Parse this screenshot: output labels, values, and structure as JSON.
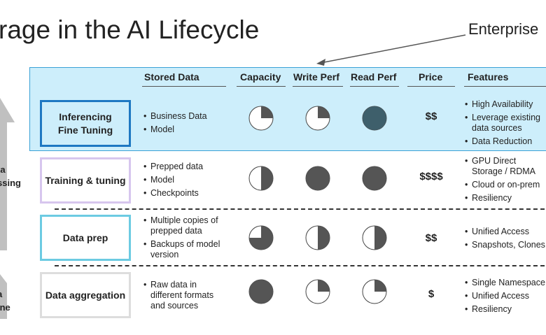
{
  "title": "rage in the AI Lifecycle",
  "callout": "Enterprise",
  "left_labels": {
    "upper": [
      "ta",
      "ssing"
    ],
    "lower": [
      "a",
      "ine"
    ]
  },
  "columns": [
    "Stored Data",
    "Capacity",
    "Write Perf",
    "Read Perf",
    "Price",
    "Features"
  ],
  "rows": [
    {
      "stage_lines": [
        "Inferencing",
        "Fine Tuning"
      ],
      "stored_data": [
        "Business Data",
        "Model"
      ],
      "capacity": 0.25,
      "write_perf": 0.25,
      "read_perf": 1.0,
      "price": "$$",
      "features": [
        "High Availability",
        "Leverage existing data sources",
        "Data Reduction"
      ]
    },
    {
      "stage_lines": [
        "Training & tuning"
      ],
      "stored_data": [
        "Prepped data",
        "Model",
        "Checkpoints"
      ],
      "capacity": 0.5,
      "write_perf": 1.0,
      "read_perf": 1.0,
      "price": "$$$$",
      "features": [
        "GPU Direct Storage / RDMA",
        "Cloud or on-prem",
        "Resiliency"
      ]
    },
    {
      "stage_lines": [
        "Data prep"
      ],
      "stored_data": [
        "Multiple copies of prepped data",
        "Backups of model version"
      ],
      "capacity": 0.75,
      "write_perf": 0.5,
      "read_perf": 0.5,
      "price": "$$",
      "features": [
        "Unified Access",
        "Snapshots, Clones"
      ]
    },
    {
      "stage_lines": [
        "Data aggregation"
      ],
      "stored_data": [
        "Raw data in different formats and sources"
      ],
      "capacity": 1.0,
      "write_perf": 0.25,
      "read_perf": 0.25,
      "price": "$",
      "features": [
        "Single Namespace",
        "Unified Access",
        "Resiliency"
      ]
    }
  ],
  "colors": {
    "highlight_band": "#cdeefb",
    "highlight_border": "#3aa1d6",
    "inferencing_border": "#1e78c2",
    "training_border": "#d7c6ee",
    "dataprep_border": "#6ccbe2",
    "aggregation_border": "#dddddd",
    "pie_fill_default": "#555555",
    "pie_fill_highlight": "#3e5f6b",
    "left_arrow": "#bfbfbf"
  }
}
